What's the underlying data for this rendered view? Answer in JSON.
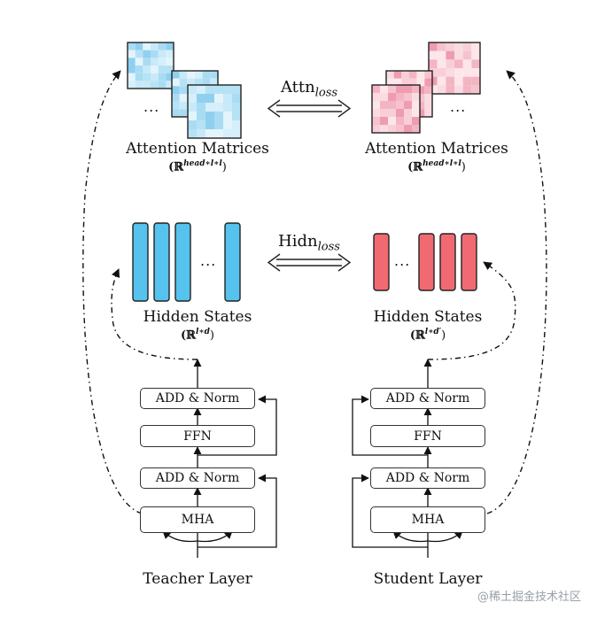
{
  "attention": {
    "teacher_title": "Attention Matrices",
    "student_title": "Attention Matrices",
    "teacher_space_base": "(ℝ",
    "teacher_space_sup": "head∗l∗l",
    "teacher_space_close": ")",
    "student_space_base": "(ℝ",
    "student_space_sup": "head∗l∗l",
    "student_space_close": ")"
  },
  "hidden": {
    "teacher_title": "Hidden States",
    "student_title": "Hidden States",
    "teacher_space_base": "(ℝ",
    "teacher_space_sup": "l∗d",
    "teacher_space_close": ")",
    "student_space_base": "(ℝ",
    "student_space_sup": "l∗d′",
    "student_space_close": ")"
  },
  "losses": {
    "attn_base": "Attn",
    "attn_sub": "loss",
    "hidn_base": "Hidn",
    "hidn_sub": "loss"
  },
  "teacher_layer": {
    "label": "Teacher Layer",
    "add_norm_top": "ADD & Norm",
    "ffn": "FFN",
    "add_norm_bottom": "ADD & Norm",
    "mha": "MHA"
  },
  "student_layer": {
    "label": "Student Layer",
    "add_norm_top": "ADD & Norm",
    "ffn": "FFN",
    "add_norm_bottom": "ADD & Norm",
    "mha": "MHA"
  },
  "ellipsis": "...",
  "watermark": "@稀土掘金技术社区",
  "colors": {
    "teacher_blue": "#56c2ee",
    "student_red": "#f16a72",
    "attn_blue_light": "#c8e9f8",
    "attn_pink_light": "#f8cfd8",
    "outline": "#333333"
  }
}
